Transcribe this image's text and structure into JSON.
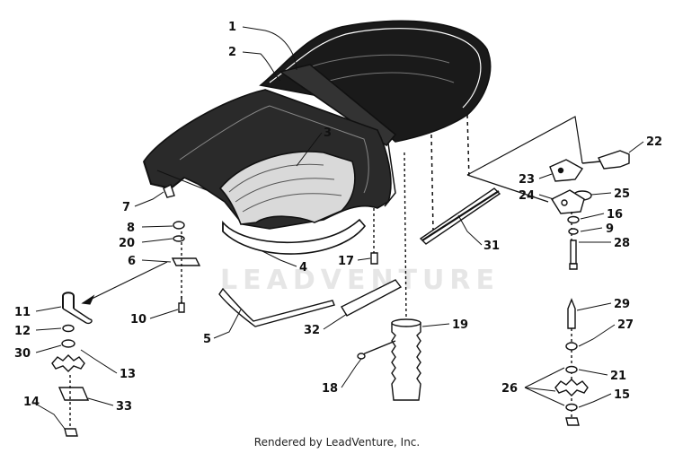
{
  "watermark_text": "LEADVENTURE",
  "credit": "Rendered by LeadVenture, Inc.",
  "callouts": {
    "c1": "1",
    "c2": "2",
    "c3": "3",
    "c4": "4",
    "c5": "5",
    "c6": "6",
    "c7": "7",
    "c8": "8",
    "c9": "9",
    "c10": "10",
    "c11": "11",
    "c12": "12",
    "c13": "13",
    "c14": "14",
    "c15": "15",
    "c16": "16",
    "c17": "17",
    "c18": "18",
    "c19": "19",
    "c20": "20",
    "c21": "21",
    "c22": "22",
    "c23": "23",
    "c24": "24",
    "c25": "25",
    "c26": "26",
    "c27": "27",
    "c28": "28",
    "c29": "29",
    "c30": "30",
    "c31": "31",
    "c32": "32",
    "c33": "33"
  }
}
